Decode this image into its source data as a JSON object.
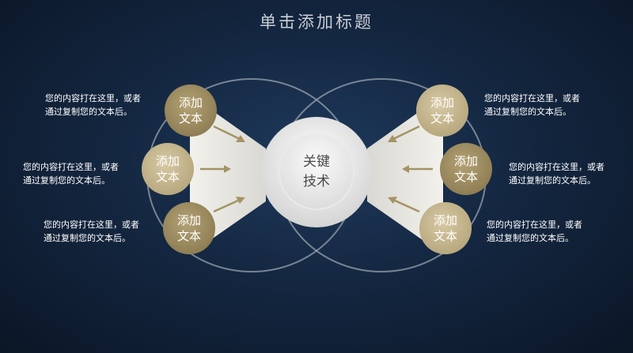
{
  "title": "单击添加标题",
  "center": {
    "label": "关键\n技术"
  },
  "nodes": {
    "left_top": {
      "label": "添加\n文本",
      "text": "您的内容打在这里，或者\n通过复制您的文本后。"
    },
    "left_middle": {
      "label": "添加\n文本",
      "text": "您的内容打在这里，或者\n通过复制您的文本后。"
    },
    "left_bottom": {
      "label": "添加\n文本",
      "text": "您的内容打在这里，或者\n通过复制您的文本后。"
    },
    "right_top": {
      "label": "添加\n文本",
      "text": "您的内容打在这里，或者\n通过复制您的文本后。"
    },
    "right_middle": {
      "label": "添加\n文本",
      "text": "您的内容打在这里，或者\n通过复制您的文本后。"
    },
    "right_bottom": {
      "label": "添加\n文本",
      "text": "您的内容打在这里，或者\n通过复制您的文本后。"
    }
  },
  "colors": {
    "node_gold": "#9d8c62",
    "node_light": "#c6b78f",
    "arrow": "#a49366",
    "ring": "#9aa3ad",
    "wedge": "#e6e4de"
  }
}
